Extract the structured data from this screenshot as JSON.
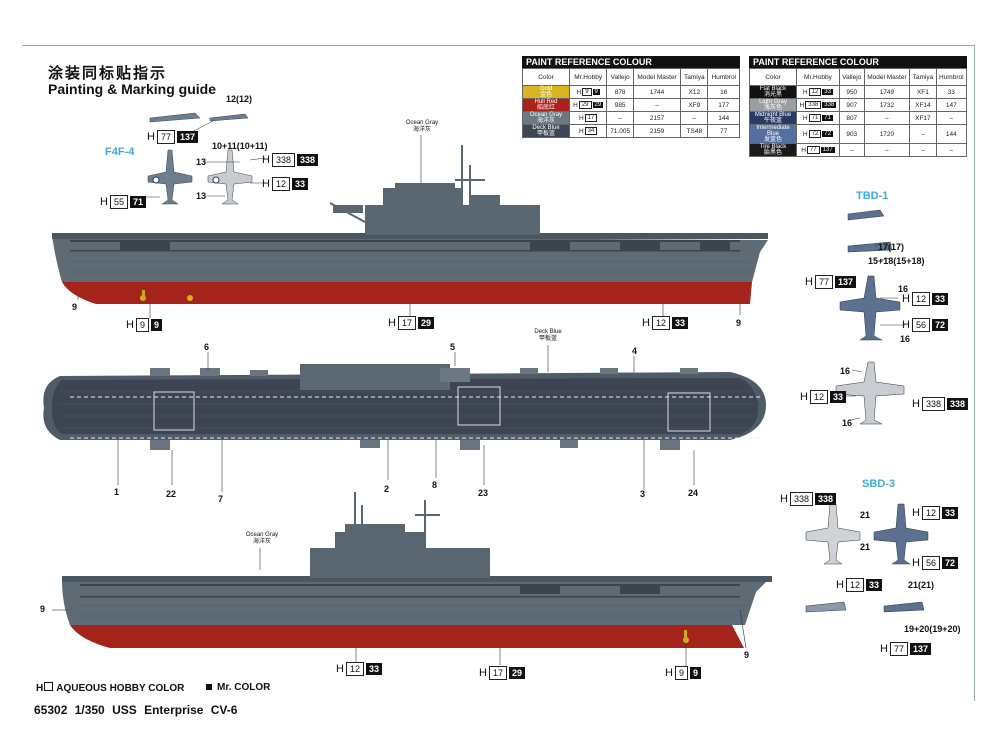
{
  "header": {
    "title_cn": "涂装同标贴指示",
    "title_en": "Painting & Marking guide"
  },
  "tables": [
    {
      "caption": "PAINT REFERENCE COLOUR",
      "headers": [
        "Color",
        "Mr.Hobby",
        "Vallejo",
        "Model Master",
        "Tamiya",
        "Humbrol"
      ],
      "rows": [
        {
          "name": "Gold",
          "cn": "金色",
          "color": "#d8b420",
          "h": "9",
          "m": "9",
          "vallejo": "878",
          "mm": "1744",
          "tamiya": "X12",
          "humbrol": "16"
        },
        {
          "name": "Hull Red",
          "cn": "船底红",
          "color": "#b0201a",
          "h": "29",
          "m": "29",
          "vallejo": "985",
          "mm": "–",
          "tamiya": "XF9",
          "humbrol": "177"
        },
        {
          "name": "Ocean Gray",
          "cn": "海洋灰",
          "color": "#6a7884",
          "h": "17",
          "m": "",
          "vallejo": "–",
          "mm": "2157",
          "tamiya": "–",
          "humbrol": "144"
        },
        {
          "name": "Deck Blue",
          "cn": "甲板蓝",
          "color": "#3c4654",
          "h": "34",
          "m": "",
          "vallejo": "71.005",
          "mm": "2159",
          "tamiya": "TS48",
          "humbrol": "77"
        }
      ]
    },
    {
      "caption": "PAINT REFERENCE COLOUR",
      "headers": [
        "Color",
        "Mr.Hobby",
        "Vallejo",
        "Model Master",
        "Tamiya",
        "Humbrol"
      ],
      "rows": [
        {
          "name": "Flat Black",
          "cn": "消光黑",
          "color": "#111111",
          "h": "12",
          "m": "33",
          "vallejo": "950",
          "mm": "1749",
          "tamiya": "XF1",
          "humbrol": "33"
        },
        {
          "name": "Light Gray",
          "cn": "浅灰色",
          "color": "#9a9ea4",
          "h": "338",
          "m": "338",
          "vallejo": "907",
          "mm": "1732",
          "tamiya": "XF14",
          "humbrol": "147"
        },
        {
          "name": "Midnight Blue",
          "cn": "午夜蓝",
          "color": "#2a3a62",
          "h": "71",
          "m": "71",
          "vallejo": "807",
          "mm": "–",
          "tamiya": "XF17",
          "humbrol": "–"
        },
        {
          "name": "Intermediate Blue",
          "cn": "发蓝色",
          "color": "#5470a0",
          "h": "72",
          "m": "72",
          "vallejo": "903",
          "mm": "1720",
          "tamiya": "–",
          "humbrol": "144"
        },
        {
          "name": "Tire Black",
          "cn": "胎黑色",
          "color": "#1a1a1a",
          "h": "77",
          "m": "137",
          "vallejo": "–",
          "mm": "–",
          "tamiya": "–",
          "humbrol": "–"
        }
      ]
    }
  ],
  "planes": {
    "f4f": "F4F-4",
    "tbd": "TBD-1",
    "sbd": "SBD-3"
  },
  "tags": [
    {
      "id": "f4f-a",
      "box": "77",
      "blk": "137"
    },
    {
      "id": "f4f-b",
      "box": "338",
      "blk": "338"
    },
    {
      "id": "f4f-c",
      "box": "12",
      "blk": "33"
    },
    {
      "id": "f4f-d",
      "box": "55",
      "blk": "71"
    },
    {
      "id": "ship1-gold",
      "box": "9",
      "blk": "9"
    },
    {
      "id": "ship1-mid",
      "box": "17",
      "blk": "29"
    },
    {
      "id": "ship1-right",
      "box": "12",
      "blk": "33"
    },
    {
      "id": "tbd-a",
      "box": "77",
      "blk": "137"
    },
    {
      "id": "tbd-b",
      "box": "12",
      "blk": "33"
    },
    {
      "id": "tbd-c",
      "box": "56",
      "blk": "72"
    },
    {
      "id": "tbd-d",
      "box": "12",
      "blk": "33"
    },
    {
      "id": "tbd-e",
      "box": "338",
      "blk": "338"
    },
    {
      "id": "sbd-a",
      "box": "338",
      "blk": "338"
    },
    {
      "id": "sbd-b",
      "box": "12",
      "blk": "33"
    },
    {
      "id": "sbd-c",
      "box": "56",
      "blk": "72"
    },
    {
      "id": "sbd-d",
      "box": "12",
      "blk": "33"
    },
    {
      "id": "sbd-e",
      "box": "77",
      "blk": "137"
    },
    {
      "id": "ship3-left",
      "box": "12",
      "blk": "33"
    },
    {
      "id": "ship3-mid",
      "box": "17",
      "blk": "29"
    },
    {
      "id": "ship3-gold",
      "box": "9",
      "blk": "9"
    }
  ],
  "numbers": [
    "12(12)",
    "10+11(10+11)",
    "13",
    "13",
    "9",
    "9",
    "6",
    "5",
    "4",
    "1",
    "22",
    "7",
    "2",
    "8",
    "23",
    "3",
    "24",
    "17(17)",
    "15+18(15+18)",
    "16",
    "16",
    "16",
    "16",
    "21",
    "21",
    "21(21)",
    "19+20(19+20)",
    "9",
    "9"
  ],
  "callouts": {
    "ocean_gray_top": "Ocean Gray\n海洋灰",
    "deck_blue": "Deck Blue\n甲板蓝",
    "ocean_gray_bottom": "Ocean Gray\n海洋灰"
  },
  "legend": {
    "aqueous": "AQUEOUS HOBBY COLOR",
    "mr": "Mr. COLOR",
    "h_prefix": "H"
  },
  "footer": {
    "code": "65302  1/350  USS Enterprise CV-6"
  }
}
